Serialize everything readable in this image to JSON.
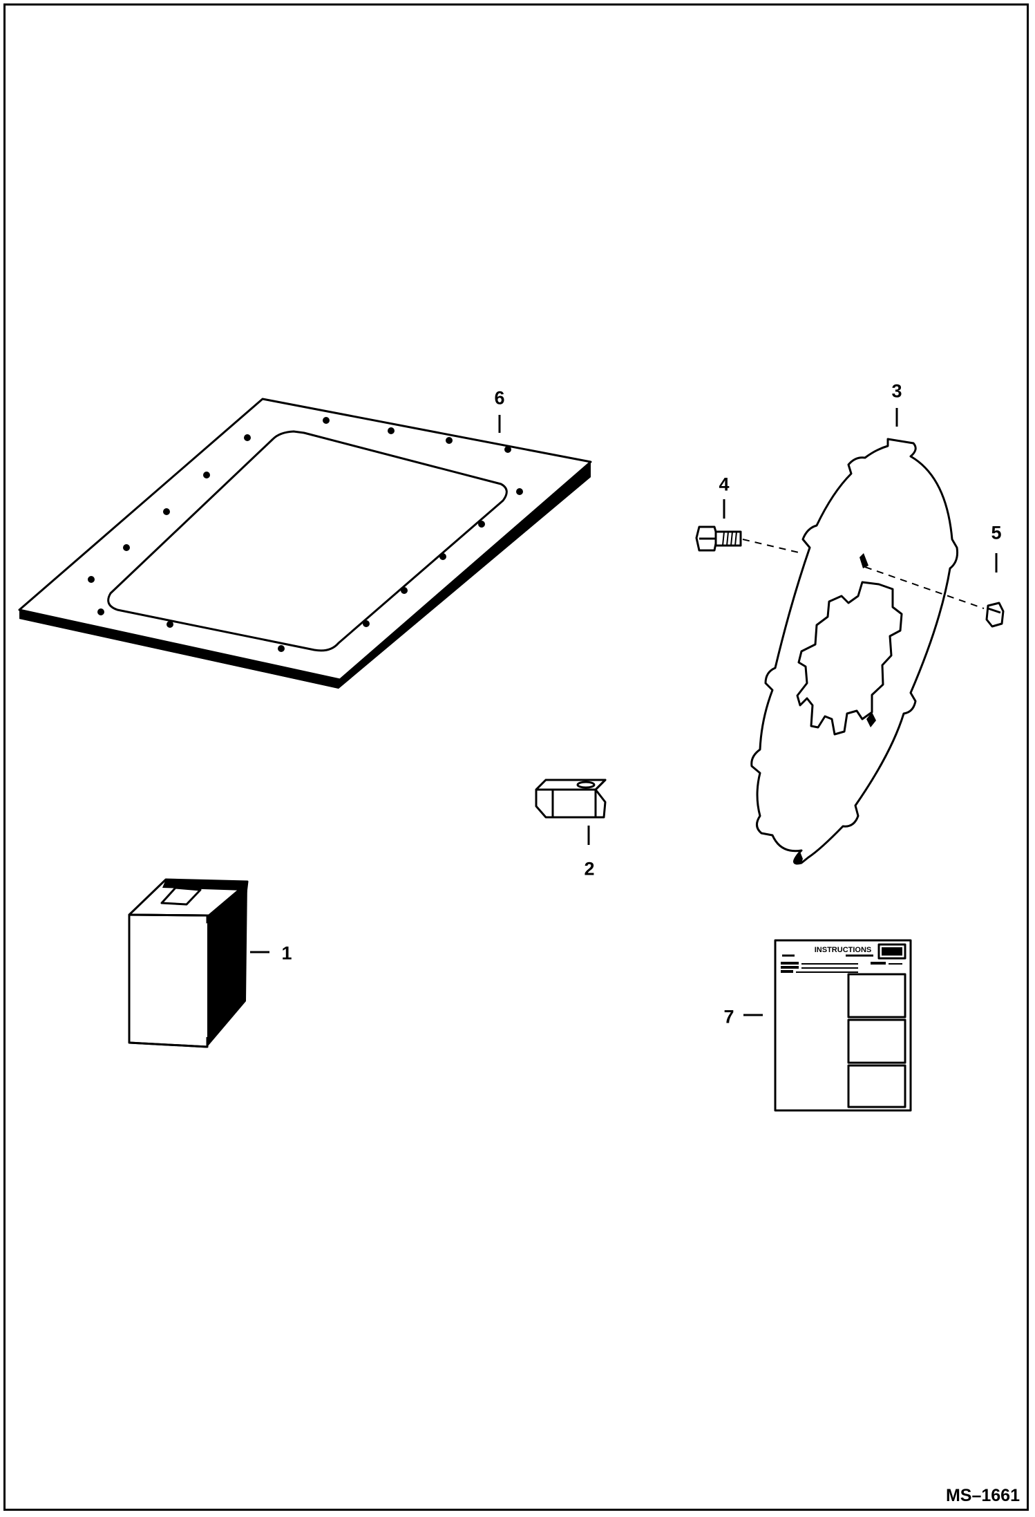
{
  "callouts": {
    "c1": "1",
    "c2": "2",
    "c3": "3",
    "c4": "4",
    "c5": "5",
    "c6": "6",
    "c7": "7"
  },
  "instructions_sheet": {
    "heading": "INSTRUCTIONS"
  },
  "drawing_id": "MS–1661"
}
